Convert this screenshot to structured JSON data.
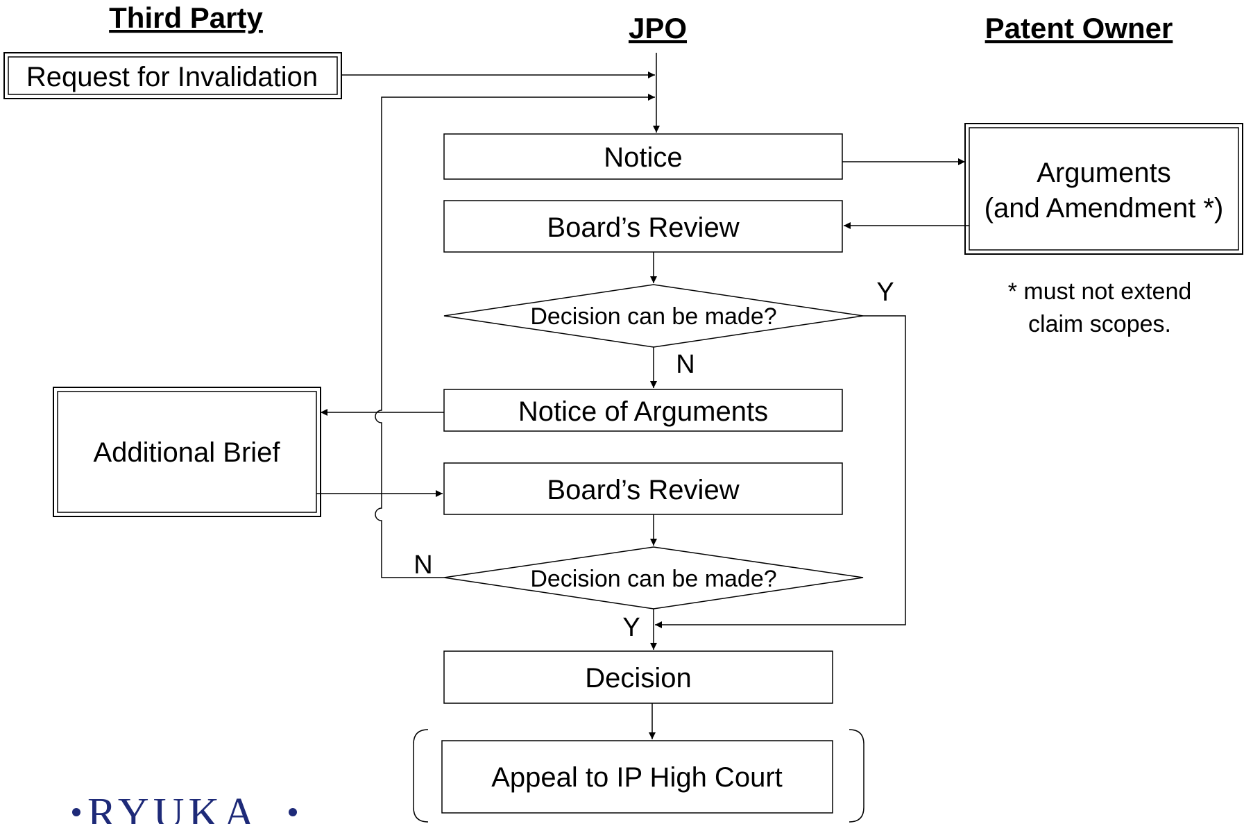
{
  "columns": {
    "third_party": "Third Party",
    "jpo": "JPO",
    "patent_owner": "Patent Owner"
  },
  "boxes": {
    "request": "Request for Invalidation",
    "notice": "Notice",
    "arguments_line1": "Arguments",
    "arguments_line2": "(and Amendment *)",
    "review1": "Board’s Review",
    "decision_q1": "Decision can be made?",
    "notice_args": "Notice of Arguments",
    "additional_brief": "Additional Brief",
    "review2": "Board’s Review",
    "decision_q2": "Decision can be made?",
    "decision": "Decision",
    "appeal": "Appeal to IP High Court"
  },
  "branch_labels": {
    "q1_yes": "Y",
    "q1_no": "N",
    "q2_no": "N",
    "q2_yes": "Y"
  },
  "footnote": {
    "line1": "* must not extend",
    "line2": "claim scopes."
  },
  "logo": {
    "text": "RYUKA",
    "color": "#1e2a78"
  },
  "colors": {
    "stroke": "#000000",
    "background": "#ffffff"
  }
}
